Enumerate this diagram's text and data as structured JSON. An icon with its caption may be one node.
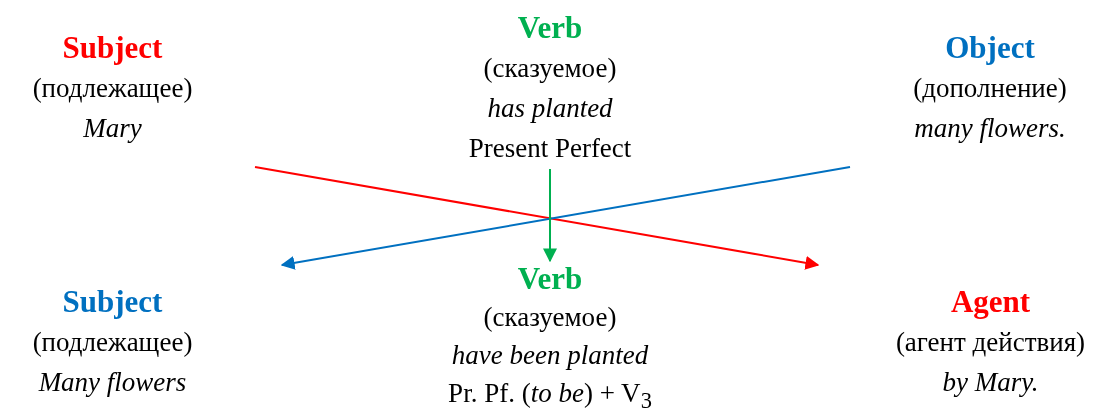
{
  "diagram": {
    "nodes": [
      {
        "text": [
          "Subject",
          "(подлежащее)",
          "Mary"
        ]
      },
      {
        "text": [
          "Verb",
          "(сказуемое)",
          "has planted",
          "Present Perfect"
        ]
      },
      {
        "text": [
          "Object",
          "(дополнение)",
          "many flowers."
        ]
      },
      {
        "text": [
          "Subject",
          "(подлежащее)",
          "Many flowers"
        ]
      },
      {
        "text": [
          "Verb",
          "(сказуемое)",
          "have been planted",
          "Pr. Pf. (*to be*) + V$_{3}$"
        ]
      },
      {
        "text": [
          "Agent",
          "(агент действия)",
          "by Mary."
        ]
      }
    ],
    "edges": [
      {
        "from": 0,
        "to": 5,
        "arrow": "to",
        "color": "#ff0000"
      },
      {
        "from": 2,
        "to": 3,
        "arrow": "to",
        "color": "#0070c0"
      },
      {
        "from": 1,
        "to": 4,
        "arrow": "to",
        "color": "#00b050"
      }
    ]
  }
}
